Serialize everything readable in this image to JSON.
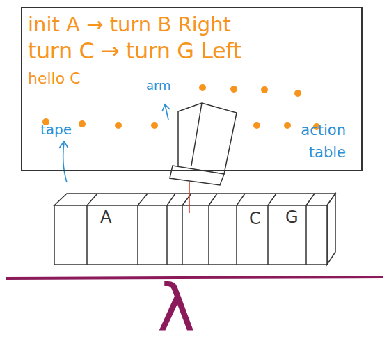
{
  "diagram": {
    "nodes": [
      {
        "text": [
          "init A → turn B Right",
          "turn C → turn G Left",
          "hello C",
          "action table"
        ]
      }
    ],
    "labels": [
      "arm",
      "tape",
      "A",
      "C",
      "G",
      "λ"
    ]
  }
}
